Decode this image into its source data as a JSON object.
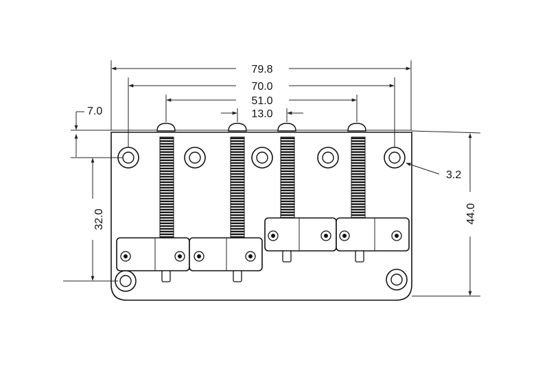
{
  "dimensions": {
    "overall_width": "79.8",
    "outer_screw_spacing": "70.0",
    "string_spacing_total": "51.0",
    "string_spacing": "13.0",
    "top_to_screw": "7.0",
    "hole_diameter": "3.2",
    "screw_vertical_spacing": "32.0",
    "overall_height": "44.0"
  },
  "colors": {
    "line": "#222222",
    "outline": "#111111",
    "background": "#ffffff"
  }
}
